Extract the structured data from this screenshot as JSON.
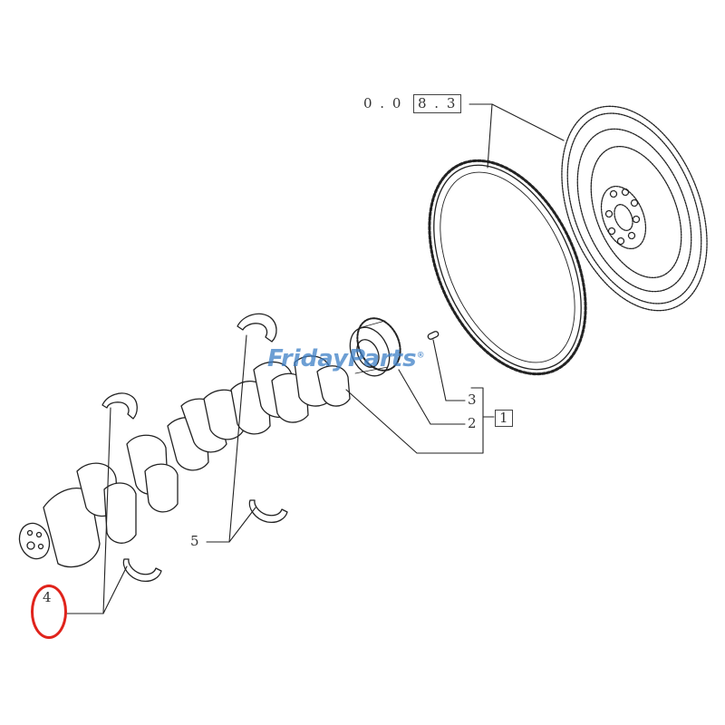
{
  "diagram": {
    "type": "exploded parts diagram",
    "subject": "engine crankshaft assembly with flywheel",
    "reference": {
      "prefix": "0 . 0",
      "boxed": "8 . 3"
    },
    "callouts": [
      {
        "id": "1",
        "label": "1",
        "boxed": true,
        "part": "crankshaft assembly group"
      },
      {
        "id": "2",
        "label": "2",
        "boxed": false,
        "part": "timing gear"
      },
      {
        "id": "3",
        "label": "3",
        "boxed": false,
        "part": "key / dowel pin"
      },
      {
        "id": "4",
        "label": "4",
        "boxed": false,
        "highlighted": true,
        "part": "main bearing shells"
      },
      {
        "id": "5",
        "label": "5",
        "boxed": false,
        "part": "bearing shells"
      }
    ],
    "parts_drawn": [
      "flywheel",
      "ring gear",
      "timing gear",
      "key pin",
      "crankshaft",
      "bearing shells (upper)",
      "bearing shells (lower)"
    ]
  },
  "watermark": {
    "part1": "Friday",
    "part2": "Parts",
    "registered": "®",
    "colors": {
      "text": "#3d7fc6",
      "accent": "#f0a23a"
    }
  },
  "colors": {
    "line": "#222222",
    "highlight": "#e0231b",
    "background": "#ffffff"
  }
}
